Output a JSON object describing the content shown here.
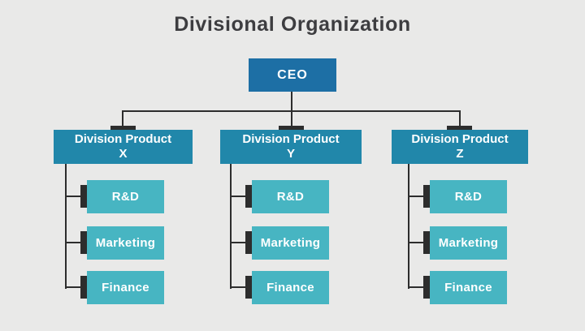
{
  "title": "Divisional Organization",
  "colors": {
    "background": "#e9e9e8",
    "title_text": "#3d3d40",
    "ceo_fill": "#1d6fa5",
    "division_fill": "#2187aa",
    "department_fill": "#47b5c2",
    "connector": "#2d2d2d",
    "box_text": "#ffffff"
  },
  "org": {
    "root": {
      "label": "CEO"
    },
    "divisions": [
      {
        "label_line1": "Division Product",
        "label_line2": "X",
        "departments": [
          "R&D",
          "Marketing",
          "Finance"
        ]
      },
      {
        "label_line1": "Division Product",
        "label_line2": "Y",
        "departments": [
          "R&D",
          "Marketing",
          "Finance"
        ]
      },
      {
        "label_line1": "Division Product",
        "label_line2": "Z",
        "departments": [
          "R&D",
          "Marketing",
          "Finance"
        ]
      }
    ]
  }
}
